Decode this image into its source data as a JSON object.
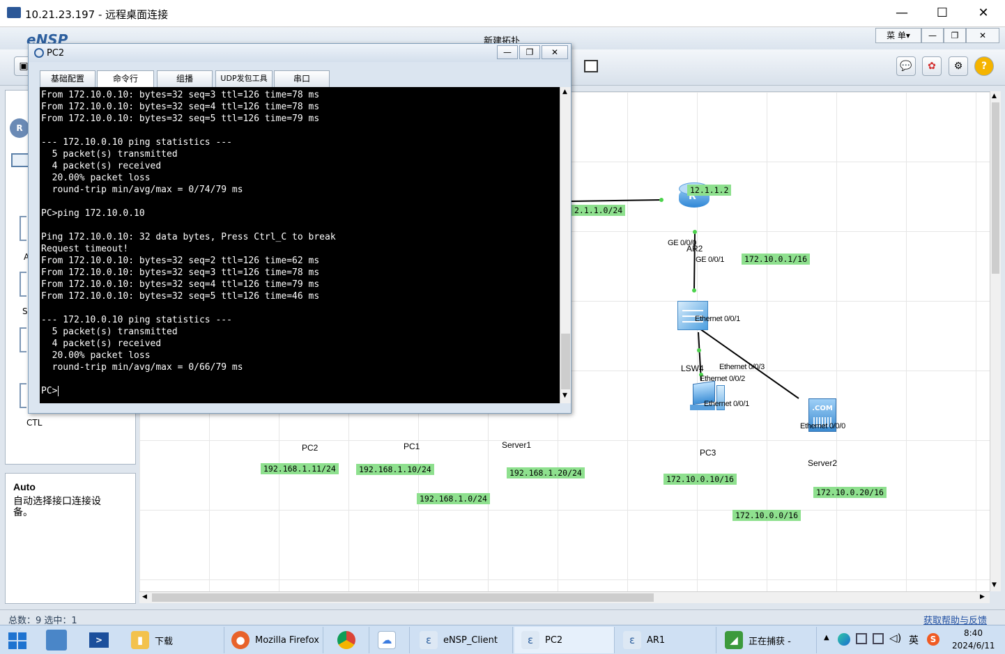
{
  "rdp": {
    "title": "10.21.23.197 - 远程桌面连接",
    "minimize": "—",
    "maximize": "☐",
    "close": "✕"
  },
  "ensp": {
    "logo": "eNSP",
    "window_title": "新建拓扑",
    "menu_label": "菜 单▾",
    "left_panel": {
      "ctl_label": "CTL",
      "letters": [
        "A",
        "S"
      ]
    },
    "info": {
      "title": "Auto",
      "description": "自动选择接口连接设备。"
    },
    "status": {
      "left": "总数：9  选中：1",
      "help_link": "获取帮助与反馈"
    }
  },
  "topology": {
    "devices": [
      {
        "name": "AR2"
      },
      {
        "name": "LSW4"
      },
      {
        "name": "PC3"
      },
      {
        "name": "Server2"
      },
      {
        "name": "PC2"
      },
      {
        "name": "PC1"
      },
      {
        "name": "Server1"
      }
    ],
    "ports": {
      "ar2_ge000": "GE 0/0/0",
      "ar2_ge001": "GE 0/0/1",
      "lsw_e001_top": "Ethernet 0/0/1",
      "lsw_e003": "Ethernet 0/0/3",
      "lsw_e002": "Ethernet 0/0/2",
      "pc3_e001": "Ethernet 0/0/1",
      "server2_e000": "Ethernet 0/0/0"
    },
    "labels": {
      "ar2_ip": "12.1.1.2",
      "wan_net": "2.1.1.0/24",
      "ar2_lan_ip": "172.10.0.1/16",
      "pc2_ip": "192.168.1.11/24",
      "pc1_ip": "192.168.1.10/24",
      "server1_ip": "192.168.1.20/24",
      "lan1_net": "192.168.1.0/24",
      "pc3_ip": "172.10.0.10/16",
      "server2_ip": "172.10.0.20/16",
      "lan2_net": "172.10.0.0/16"
    }
  },
  "pc2_window": {
    "title": "PC2",
    "tabs": [
      "基础配置",
      "命令行",
      "组播",
      "UDP发包工具",
      "串口"
    ],
    "terminal_lines": [
      "From 172.10.0.10: bytes=32 seq=3 ttl=126 time=78 ms",
      "From 172.10.0.10: bytes=32 seq=4 ttl=126 time=78 ms",
      "From 172.10.0.10: bytes=32 seq=5 ttl=126 time=79 ms",
      "",
      "--- 172.10.0.10 ping statistics ---",
      "  5 packet(s) transmitted",
      "  4 packet(s) received",
      "  20.00% packet loss",
      "  round-trip min/avg/max = 0/74/79 ms",
      "",
      "PC>ping 172.10.0.10",
      "",
      "Ping 172.10.0.10: 32 data bytes, Press Ctrl_C to break",
      "Request timeout!",
      "From 172.10.0.10: bytes=32 seq=2 ttl=126 time=62 ms",
      "From 172.10.0.10: bytes=32 seq=3 ttl=126 time=78 ms",
      "From 172.10.0.10: bytes=32 seq=4 ttl=126 time=79 ms",
      "From 172.10.0.10: bytes=32 seq=5 ttl=126 time=46 ms",
      "",
      "--- 172.10.0.10 ping statistics ---",
      "  5 packet(s) transmitted",
      "  4 packet(s) received",
      "  20.00% packet loss",
      "  round-trip min/avg/max = 0/66/79 ms",
      "",
      "PC>"
    ]
  },
  "taskbar": {
    "items": [
      {
        "label": "下载",
        "icon": "folder-icon"
      },
      {
        "label": "Mozilla Firefox",
        "icon": "firefox-icon"
      },
      {
        "label": "",
        "icon": "chrome-icon"
      },
      {
        "label": "",
        "icon": "baidu-netdisk-icon"
      },
      {
        "label": "eNSP_Client",
        "icon": "ensp-icon"
      },
      {
        "label": "PC2",
        "icon": "ensp-icon"
      },
      {
        "label": "AR1",
        "icon": "ensp-icon"
      },
      {
        "label": "正在捕获 -",
        "icon": "wireshark-icon"
      }
    ],
    "ime": "英",
    "time": "8:40",
    "date": "2024/6/11"
  }
}
